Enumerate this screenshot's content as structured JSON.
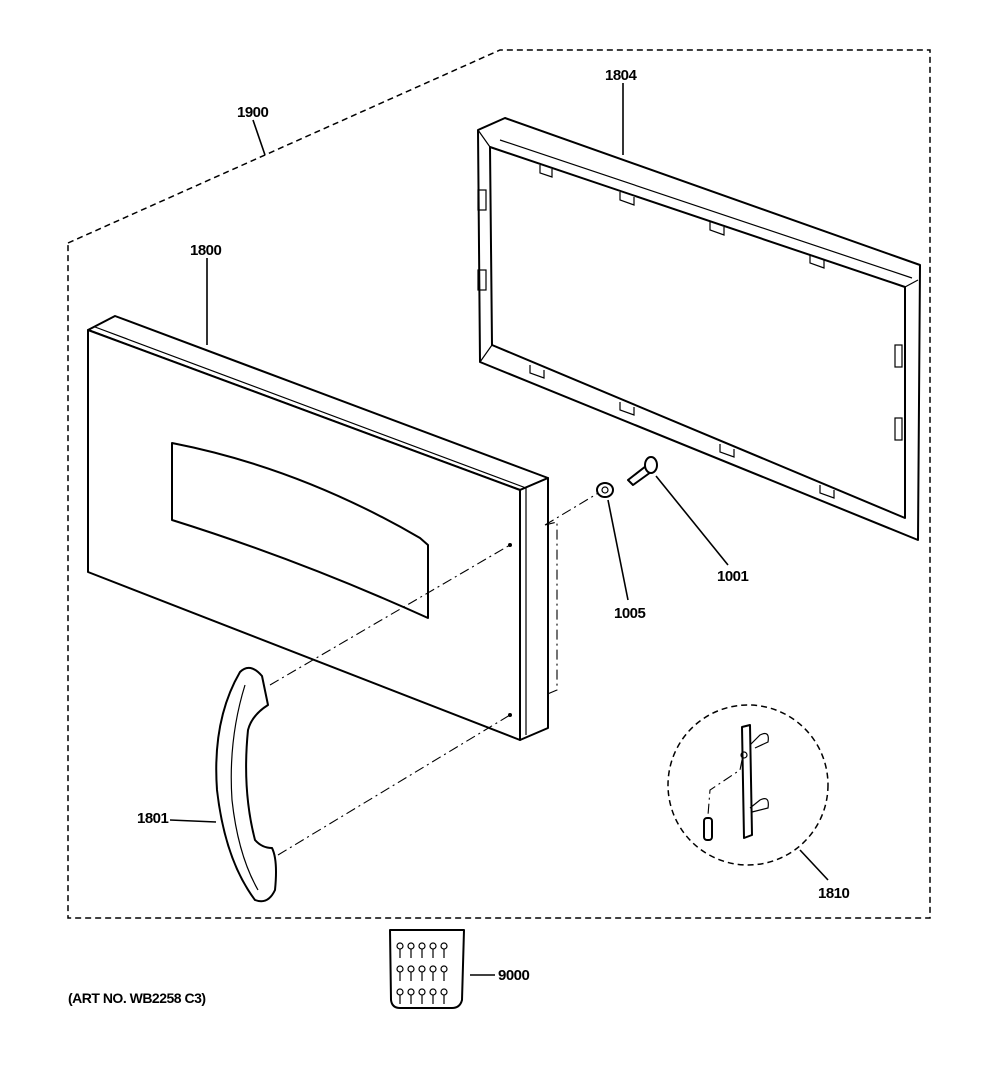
{
  "diagram": {
    "art_number": "(ART NO. WB2258 C3)",
    "parts": [
      {
        "id": "1900",
        "label": "1900"
      },
      {
        "id": "1804",
        "label": "1804"
      },
      {
        "id": "1800",
        "label": "1800"
      },
      {
        "id": "1001",
        "label": "1001"
      },
      {
        "id": "1005",
        "label": "1005"
      },
      {
        "id": "1801",
        "label": "1801"
      },
      {
        "id": "1810",
        "label": "1810"
      },
      {
        "id": "9000",
        "label": "9000"
      }
    ]
  }
}
